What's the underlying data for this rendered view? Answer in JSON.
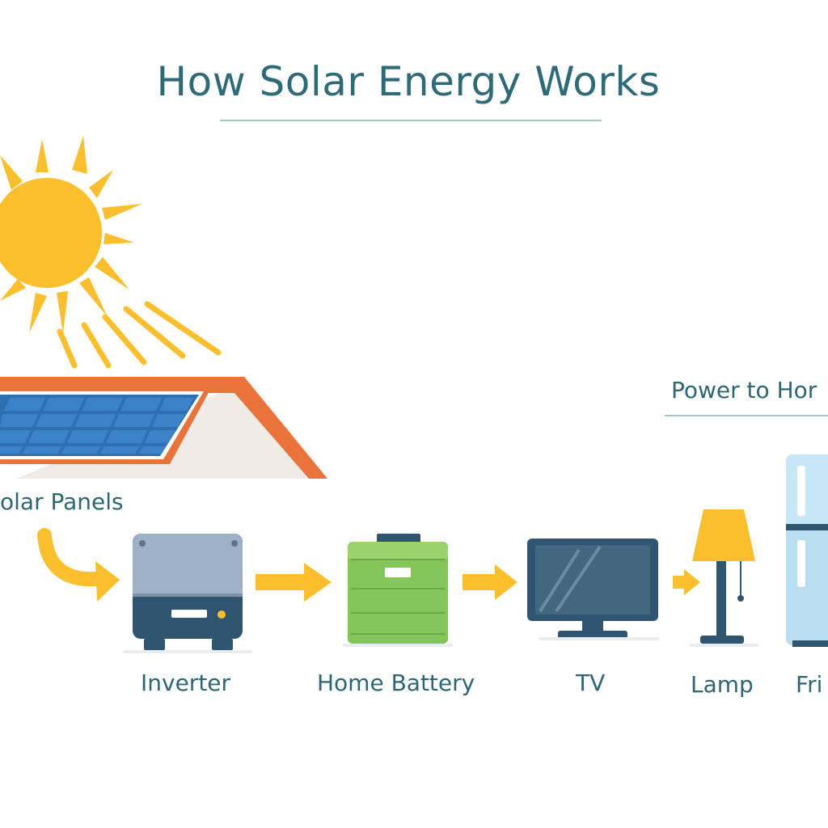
{
  "title": "How Solar Energy Works",
  "section_label": "Power to Hor",
  "nodes": {
    "solar_panels": "olar Panels",
    "inverter": "Inverter",
    "home_battery": "Home Battery",
    "tv": "TV",
    "lamp": "Lamp",
    "fridge": "Fri"
  },
  "colors": {
    "title": "#2e6a78",
    "label": "#2f6674",
    "sun": "#fbbf2e",
    "arrow": "#fbbf2e",
    "roof": "#e9733a",
    "panel": "#3b82c8",
    "inverter": "#9fb1c6",
    "inverter_base": "#2f5570",
    "battery": "#84c559",
    "tv": "#2f5570",
    "lamp_shade": "#fbbf2e",
    "fridge": "#b9def2"
  },
  "icons": [
    "sun-icon",
    "house-roof-icon",
    "solar-panel-icon",
    "inverter-icon",
    "battery-icon",
    "tv-icon",
    "lamp-icon",
    "fridge-icon",
    "arrow-icon"
  ]
}
